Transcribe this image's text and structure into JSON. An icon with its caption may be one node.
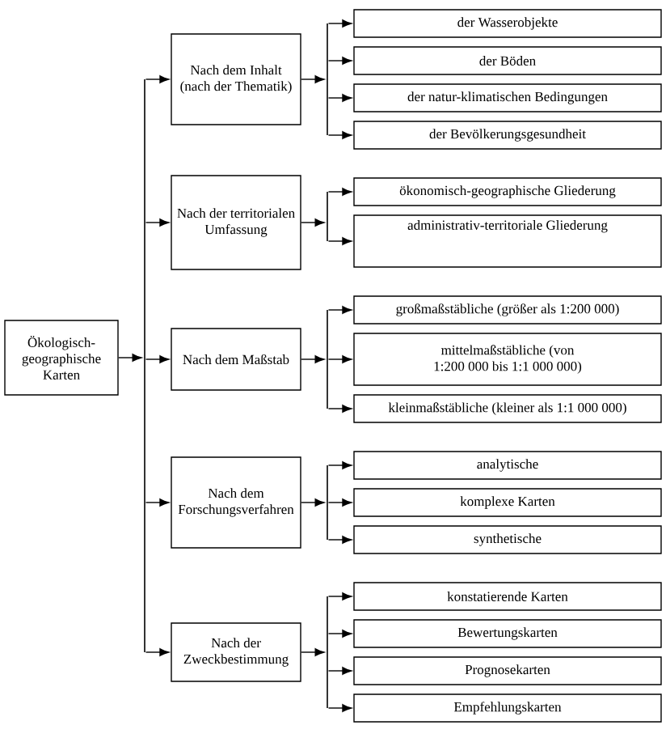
{
  "diagram": {
    "nodes": [
      {
        "text": [
          "Ökologisch-geographische Karten"
        ]
      },
      {
        "text": [],
        "shape": "bar"
      },
      {
        "text": [
          "Nach dem Inhalt (nach der Thematik)"
        ]
      },
      {
        "text": [],
        "shape": "bar"
      },
      {
        "text": [
          "der Wasserobjekte"
        ]
      },
      {
        "text": [
          "der Böden"
        ]
      },
      {
        "text": [
          "der natur-klimatischen Bedingungen"
        ]
      },
      {
        "text": [
          "der Bevölkerungsgesundheit"
        ]
      },
      {
        "text": [
          "Nach der territorialen Umfassung"
        ]
      },
      {
        "text": [],
        "shape": "bar"
      },
      {
        "text": [
          "ökonomisch-geographische Gliederung"
        ]
      },
      {
        "text": [
          "administrativ-territoriale Gliederung"
        ]
      },
      {
        "text": [
          "Nach dem Maßstab"
        ]
      },
      {
        "text": [],
        "shape": "bar"
      },
      {
        "text": [
          "großmaßstäbliche (größer als 1:200 000)"
        ]
      },
      {
        "text": [
          "mittelmaßstäbliche (von 1:200 000 bis 1:1 000 000)"
        ]
      },
      {
        "text": [
          "kleinmaßstäbliche (kleiner als 1:1 000 000)"
        ]
      },
      {
        "text": [
          "Nach dem Forschungsverfahren"
        ]
      },
      {
        "text": [],
        "shape": "bar"
      },
      {
        "text": [
          "analytische"
        ]
      },
      {
        "text": [
          "komplexe Karten"
        ]
      },
      {
        "text": [
          "synthetische"
        ]
      },
      {
        "text": [
          "Nach der Zweckbestimmung"
        ]
      },
      {
        "text": [],
        "shape": "bar"
      },
      {
        "text": [
          "konstatierende Karten"
        ]
      },
      {
        "text": [
          "Bewertungskarten"
        ]
      },
      {
        "text": [
          "Prognosekarten"
        ]
      },
      {
        "text": [
          "Empfehlungskarten"
        ]
      }
    ],
    "edges": [
      {
        "from": 0,
        "to": 1,
        "arrow": "to"
      },
      {
        "from": 1,
        "to": 2,
        "arrow": "to"
      },
      {
        "from": 1,
        "to": 8,
        "arrow": "to"
      },
      {
        "from": 1,
        "to": 12,
        "arrow": "to"
      },
      {
        "from": 1,
        "to": 17,
        "arrow": "to"
      },
      {
        "from": 1,
        "to": 22,
        "arrow": "to"
      },
      {
        "from": 2,
        "to": 3,
        "arrow": "to"
      },
      {
        "from": 3,
        "to": 4,
        "arrow": "to"
      },
      {
        "from": 3,
        "to": 5,
        "arrow": "to"
      },
      {
        "from": 3,
        "to": 6,
        "arrow": "to"
      },
      {
        "from": 3,
        "to": 7,
        "arrow": "to"
      },
      {
        "from": 8,
        "to": 9,
        "arrow": "to"
      },
      {
        "from": 9,
        "to": 10,
        "arrow": "to"
      },
      {
        "from": 9,
        "to": 11,
        "arrow": "to"
      },
      {
        "from": 12,
        "to": 13,
        "arrow": "to"
      },
      {
        "from": 13,
        "to": 14,
        "arrow": "to"
      },
      {
        "from": 13,
        "to": 15,
        "arrow": "to"
      },
      {
        "from": 13,
        "to": 16,
        "arrow": "to"
      },
      {
        "from": 17,
        "to": 18,
        "arrow": "to"
      },
      {
        "from": 18,
        "to": 19,
        "arrow": "to"
      },
      {
        "from": 18,
        "to": 20,
        "arrow": "to"
      },
      {
        "from": 18,
        "to": 21,
        "arrow": "to"
      },
      {
        "from": 22,
        "to": 23,
        "arrow": "to"
      },
      {
        "from": 23,
        "to": 24,
        "arrow": "to"
      },
      {
        "from": 23,
        "to": 25,
        "arrow": "to"
      },
      {
        "from": 23,
        "to": 26,
        "arrow": "to"
      },
      {
        "from": 23,
        "to": 27,
        "arrow": "to"
      }
    ]
  }
}
